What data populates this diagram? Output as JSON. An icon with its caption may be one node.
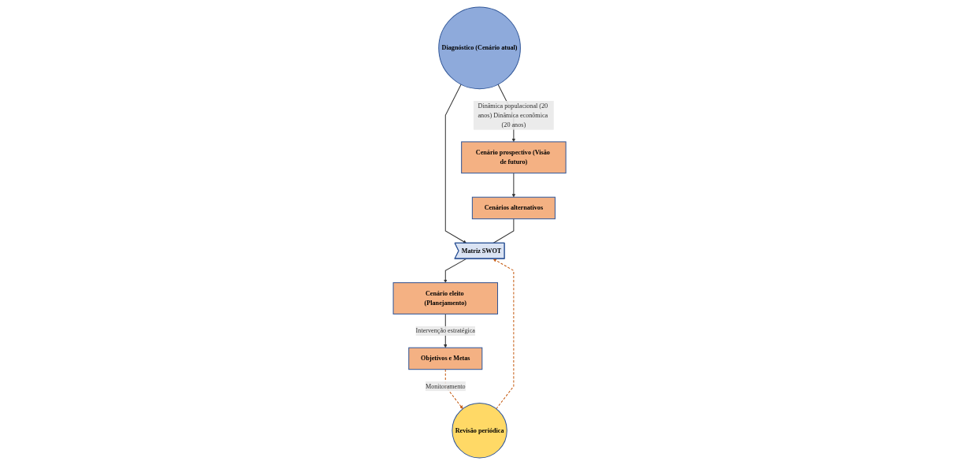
{
  "diagram": {
    "nodes": [
      {
        "text": [
          "Diagnóstico (Cenário atual)"
        ]
      },
      {
        "text": [
          "Cenário prospectivo (Visão de futuro)"
        ]
      },
      {
        "text": [
          "Revisão periódica"
        ]
      },
      {
        "text": [
          "Objetivos e Metas"
        ]
      },
      {
        "text": [
          "Cenário eleito (Planejamento)"
        ]
      },
      {
        "text": [
          "Matriz SWOT"
        ]
      },
      {
        "text": [
          "Cenários alternativos"
        ]
      }
    ],
    "edges": [
      {
        "from": 0,
        "to": 1,
        "arrow": "to",
        "label": "Dinâmica populacional (20 anos) Dinâmica econômica (20 anos)"
      },
      {
        "from": 0,
        "to": 5,
        "arrow": "to"
      },
      {
        "from": 1,
        "to": 6,
        "arrow": "to"
      },
      {
        "from": 6,
        "to": 5,
        "arrow": "none"
      },
      {
        "from": 5,
        "to": 4,
        "arrow": "to"
      },
      {
        "from": 4,
        "to": 3,
        "arrow": "to",
        "label": "Intervenção estratégica"
      },
      {
        "from": 3,
        "to": 2,
        "arrow": "to",
        "label": "Monitoramento",
        "style": "dashed",
        "color": "#c55a11"
      },
      {
        "from": 2,
        "to": 5,
        "arrow": "to",
        "style": "dashed",
        "color": "#c55a11"
      }
    ]
  }
}
